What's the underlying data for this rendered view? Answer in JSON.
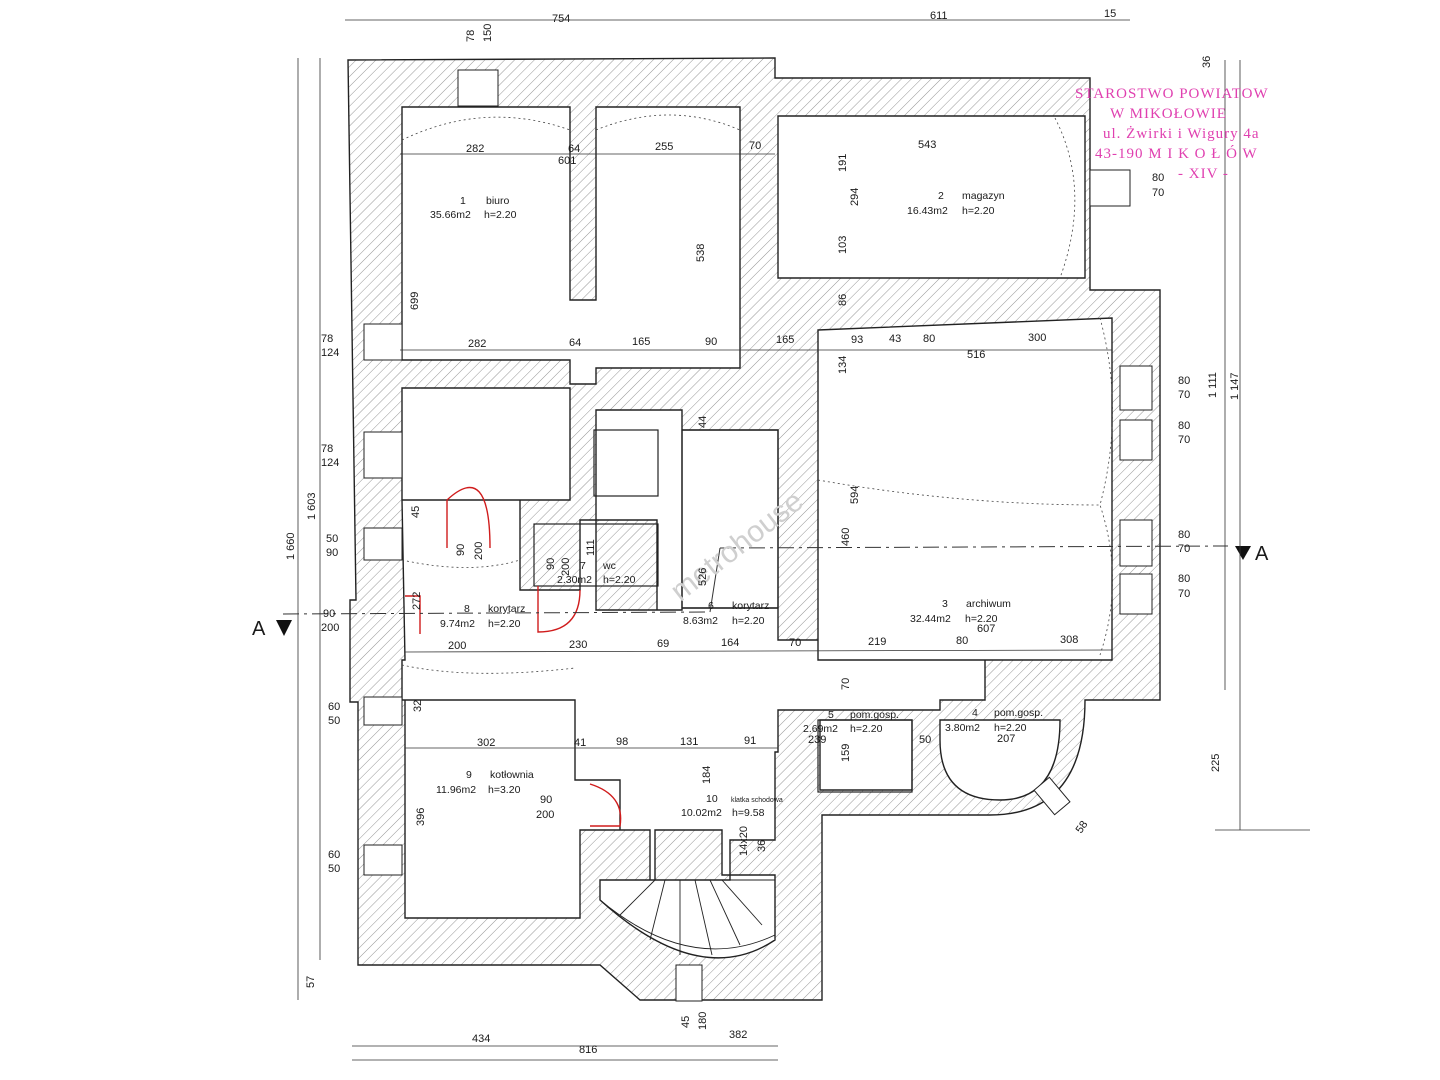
{
  "stamp": {
    "line1": "STAROSTWO POWIATOW",
    "line2": "W MIKOŁOWIE",
    "line3": "ul. Żwirki i Wigury 4a",
    "line4": "43-190 M I K O Ł Ó W",
    "line5": "- XIV -"
  },
  "watermark": "metrohouse",
  "section_mark": {
    "left": "A",
    "right": "A"
  },
  "rooms": [
    {
      "number": "1",
      "name": "biuro",
      "area": "35.66m2",
      "height": "h=2.20"
    },
    {
      "number": "2",
      "name": "magazyn",
      "area": "16.43m2",
      "height": "h=2.20"
    },
    {
      "number": "3",
      "name": "archiwum",
      "area": "32.44m2",
      "height": "h=2.20"
    },
    {
      "number": "4",
      "name": "pom.gosp.",
      "area": "3.80m2",
      "height": "h=2.20"
    },
    {
      "number": "5",
      "name": "pom.gosp.",
      "area": "2.69m2",
      "height": "h=2.20"
    },
    {
      "number": "6",
      "name": "korytarz",
      "area": "8.63m2",
      "height": "h=2.20"
    },
    {
      "number": "7",
      "name": "wc",
      "area": "2.30m2",
      "height": "h=2.20"
    },
    {
      "number": "8",
      "name": "korytarz",
      "area": "9.74m2",
      "height": "h=2.20"
    },
    {
      "number": "9",
      "name": "kotłownia",
      "area": "11.96m2",
      "height": "h=3.20"
    },
    {
      "number": "10",
      "name": "klatka schodowa",
      "area": "10.02m2",
      "height": "h=9.58"
    }
  ],
  "dimensions": {
    "top_754": "754",
    "top_611": "611",
    "top_15": "15",
    "bottom_434": "434",
    "bottom_382": "382",
    "bottom_816": "816",
    "left_1660": "1 660",
    "left_1603": "1 603",
    "left_57": "57",
    "right_1111": "1 111",
    "right_1147": "1 147",
    "right_225": "225",
    "right_36": "36",
    "chimney_78": "78",
    "chimney_150": "150",
    "r1_282a": "282",
    "r1_64a": "64",
    "r1_601": "601",
    "r1_255": "255",
    "r_70": "70",
    "r1_699": "699",
    "r1_538": "538",
    "r1_282b": "282",
    "r1_64b": "64",
    "r1_165a": "165",
    "r1_90": "90",
    "r_165b": "165",
    "r2_543": "543",
    "r2_191": "191",
    "r2_294": "294",
    "r2_103": "103",
    "r2_86": "86",
    "r3_93": "93",
    "r3_43": "43",
    "r3_80a": "80",
    "r3_300": "300",
    "r3_516": "516",
    "r3_134": "134",
    "r3_594": "594",
    "r3_460": "460",
    "r3_607": "607",
    "r3_219": "219",
    "r3_80b": "80",
    "r3_308": "308",
    "r3_70": "70",
    "c_44": "44",
    "c_526": "526",
    "c_164": "164",
    "c_69": "69",
    "c_200": "200",
    "c_230": "230",
    "c_272": "272",
    "c_45": "45",
    "d8_90": "90",
    "d8_200": "200",
    "d7_90": "90",
    "d7_200": "200",
    "d7_111": "111",
    "w1_78": "78",
    "w1_124": "124",
    "w2_78": "78",
    "w2_124": "124",
    "w3_50": "50",
    "w3_90": "90",
    "w4_90": "90",
    "w4_200": "200",
    "w5_60": "60",
    "w5_50": "50",
    "w6_60": "60",
    "w6_50": "50",
    "e1_80": "80",
    "e1_70": "70",
    "e2_80": "80",
    "e2_70": "70",
    "e3_80": "80",
    "e3_70": "70",
    "e4_80": "80",
    "e4_70": "70",
    "e5_80": "80",
    "e5_70": "70",
    "r9_302": "302",
    "r9_41": "41",
    "r9_98": "98",
    "r10_131": "131",
    "r10_91": "91",
    "r9_396": "396",
    "r9_32": "32",
    "r9_d90": "90",
    "r9_d200": "200",
    "r10_184": "184",
    "r10_14x20": "14x20",
    "r10_36": "36",
    "r5_70": "70",
    "r5_239": "239",
    "r5_159": "159",
    "r4_50": "50",
    "r4_207": "207",
    "r4_bay": "58",
    "st_45": "45",
    "st_180": "180"
  }
}
